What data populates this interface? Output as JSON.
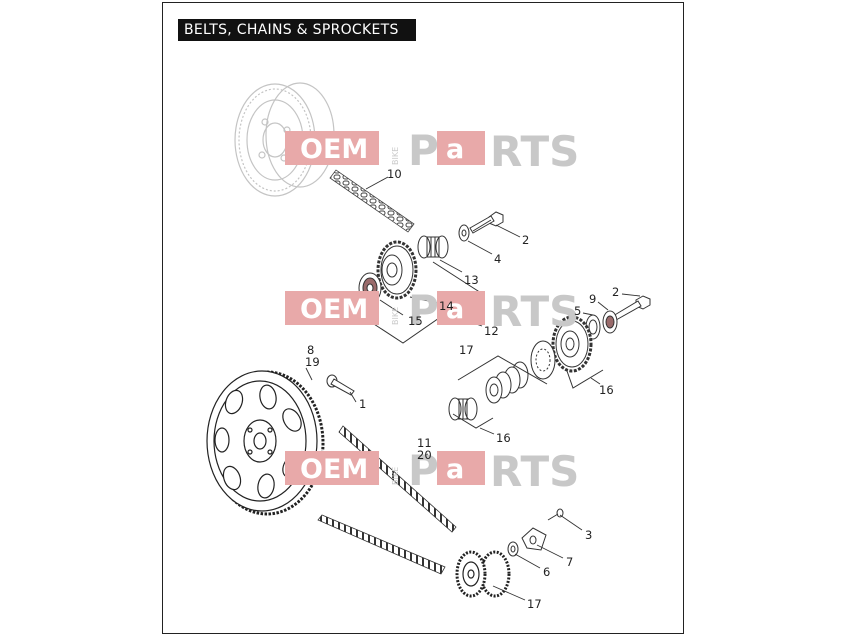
{
  "page": {
    "title": "BELTS, CHAINS & SPROCKETS"
  },
  "watermark": {
    "oem": "OEM",
    "bike": "BIKE",
    "pa": "Pa",
    "rts": "RTS",
    "box_color": "#e8a9a9",
    "text_color": "#c8c8c8"
  },
  "callouts": [
    {
      "id": "c10",
      "text": "10"
    },
    {
      "id": "c2a",
      "text": "2"
    },
    {
      "id": "c4",
      "text": "4"
    },
    {
      "id": "c13",
      "text": "13"
    },
    {
      "id": "c14",
      "text": "14"
    },
    {
      "id": "c15",
      "text": "15"
    },
    {
      "id": "c12",
      "text": "12"
    },
    {
      "id": "c5",
      "text": "5"
    },
    {
      "id": "c9",
      "text": "9"
    },
    {
      "id": "c2b",
      "text": "2"
    },
    {
      "id": "c8",
      "text": "8"
    },
    {
      "id": "c19",
      "text": "19"
    },
    {
      "id": "c17a",
      "text": "17"
    },
    {
      "id": "c1",
      "text": "1"
    },
    {
      "id": "c16a",
      "text": "16"
    },
    {
      "id": "c16b",
      "text": "16"
    },
    {
      "id": "c11",
      "text": "11"
    },
    {
      "id": "c20",
      "text": "20"
    },
    {
      "id": "c3",
      "text": "3"
    },
    {
      "id": "c7",
      "text": "7"
    },
    {
      "id": "c6",
      "text": "6"
    },
    {
      "id": "c17b",
      "text": "17"
    }
  ]
}
